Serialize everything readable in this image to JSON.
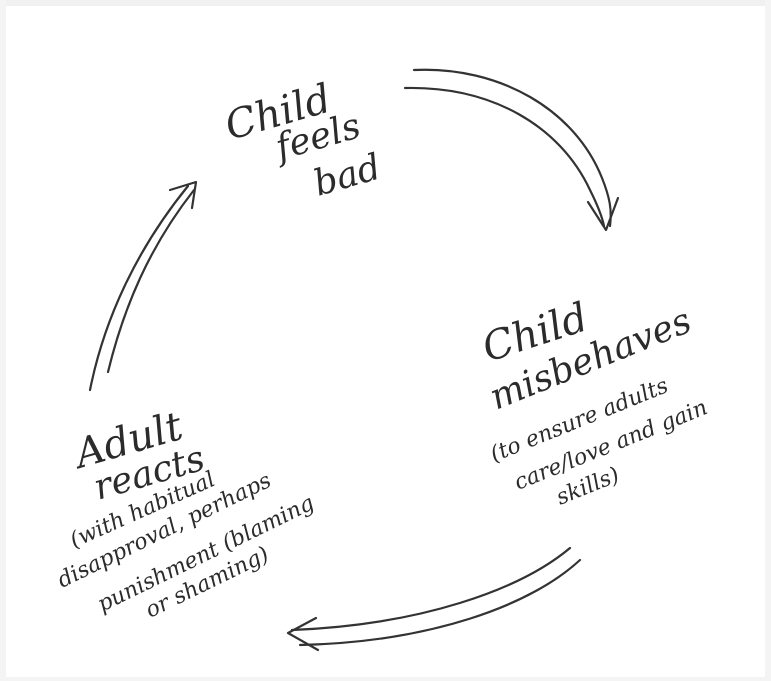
{
  "nodes": {
    "top": {
      "line1": "Child",
      "line2": "feels",
      "line3": "bad"
    },
    "right": {
      "line1": "Child",
      "line2": "misbehaves",
      "line3": "(to ensure adults",
      "line4": "care/love and gain",
      "line5": "skills)"
    },
    "left": {
      "line1": "Adult",
      "line2": "reacts",
      "line3": "(with habitual",
      "line4": "disapproval, perhaps",
      "line5": "punishment (blaming",
      "line6": "or shaming)"
    }
  }
}
